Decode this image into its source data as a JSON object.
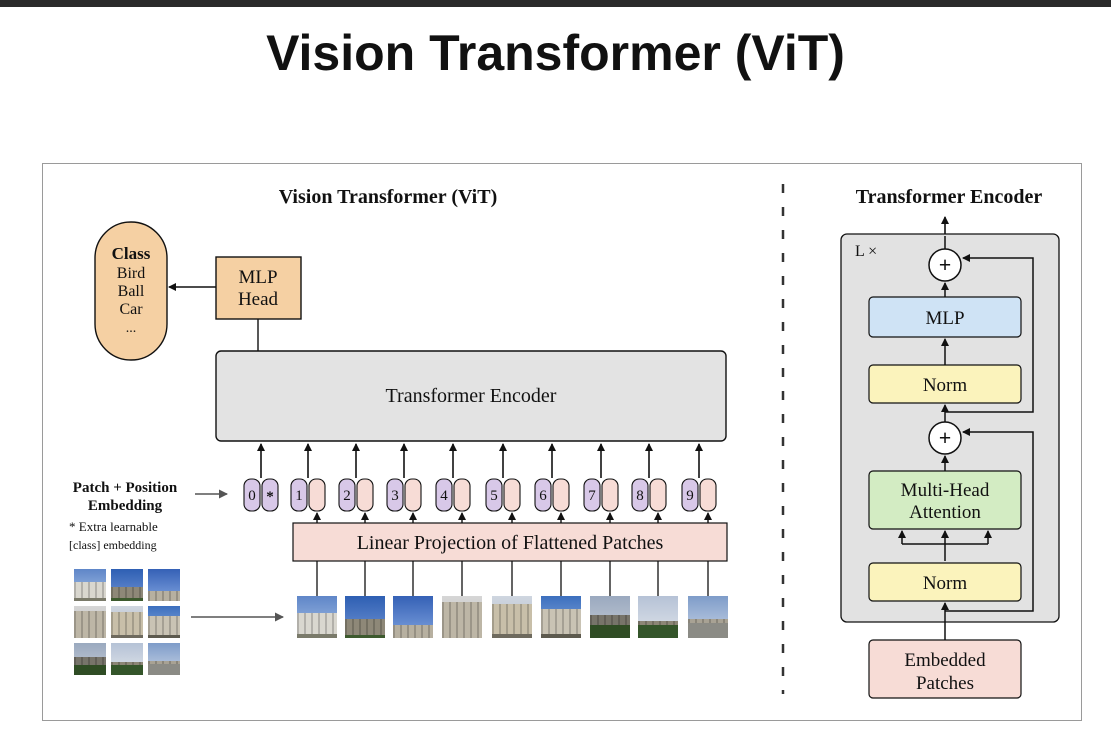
{
  "slide": {
    "title": "Vision Transformer (ViT)"
  },
  "vit": {
    "title": "Vision Transformer (ViT)",
    "class_box": {
      "title": "Class",
      "items": [
        "Bird",
        "Ball",
        "Car",
        "..."
      ]
    },
    "mlp_head": [
      "MLP",
      "Head"
    ],
    "encoder_label": "Transformer Encoder",
    "embedding_label": [
      "Patch + Position",
      "Embedding"
    ],
    "extra_note": [
      "* Extra learnable",
      "[class] embedding"
    ],
    "class_token_symbol": "*",
    "position_tokens": [
      "0",
      "1",
      "2",
      "3",
      "4",
      "5",
      "6",
      "7",
      "8",
      "9"
    ],
    "linear_projection": "Linear Projection of Flattened Patches"
  },
  "encoder_detail": {
    "title": "Transformer Encoder",
    "repeat": "L ×",
    "plus_symbol": "+",
    "mlp": "MLP",
    "norm_top": "Norm",
    "attention": [
      "Multi-Head",
      "Attention"
    ],
    "norm_bottom": "Norm",
    "embedded_patches": [
      "Embedded",
      "Patches"
    ]
  },
  "colors": {
    "class_fill": "#f5d0a3",
    "mlp_head_fill": "#f5d0a3",
    "encoder_fill": "#e3e3e3",
    "token_pos_fill": "#d8c8e8",
    "token_patch_fill": "#f7dcd6",
    "projection_fill": "#f7dcd6",
    "mlp_fill": "#cfe3f5",
    "norm_fill": "#fbf3bc",
    "attention_fill": "#d3ecc3",
    "embedded_fill": "#f7dcd6",
    "outer_fill": "#e2e2e2"
  }
}
